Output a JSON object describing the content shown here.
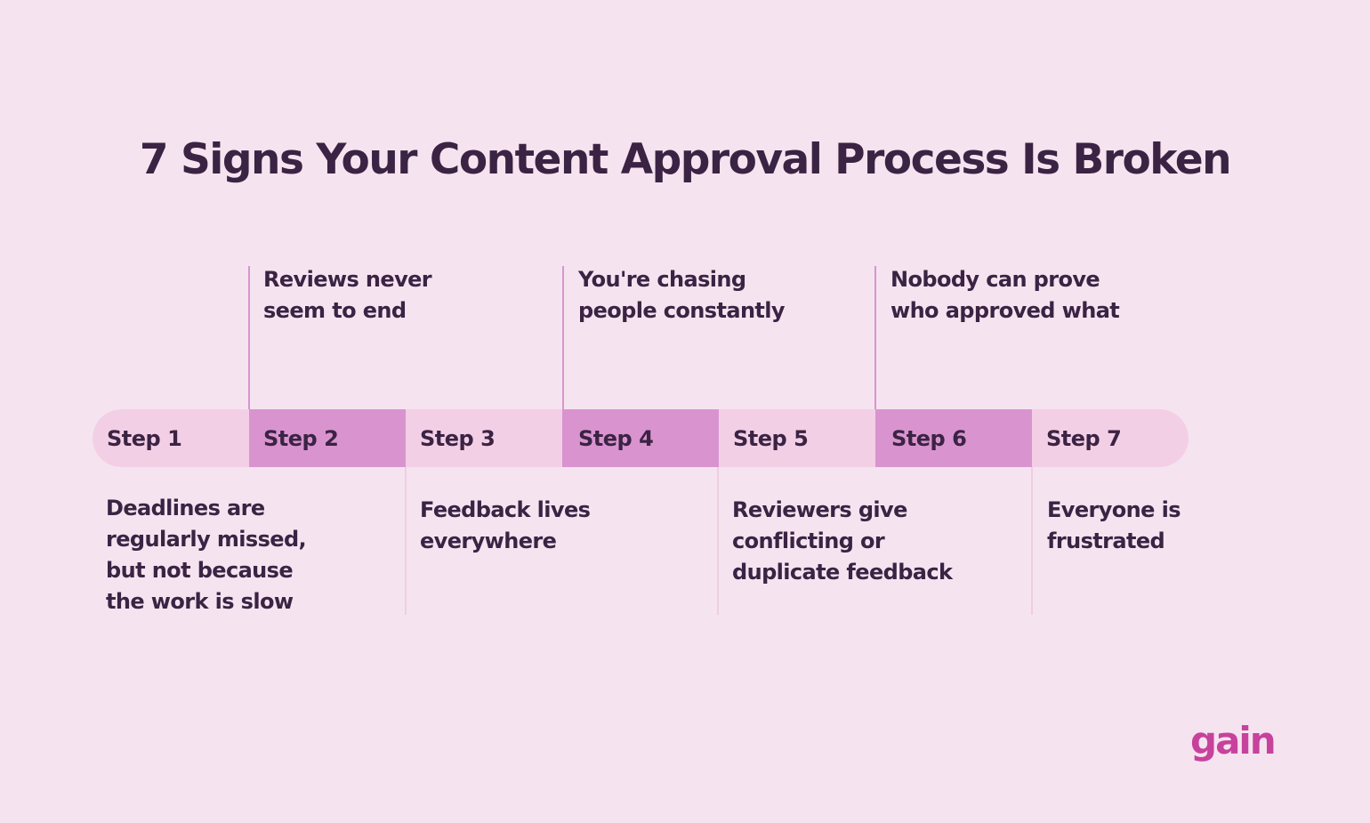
{
  "title": "7 Signs Your Content Approval Process Is Broken",
  "steps": [
    {
      "label": "Step 1",
      "text": "Deadlines are\nregularly missed,\nbut not because\nthe work is slow"
    },
    {
      "label": "Step 2",
      "text": "Reviews never\nseem to end"
    },
    {
      "label": "Step 3",
      "text": "Feedback lives\neverywhere"
    },
    {
      "label": "Step 4",
      "text": "You're chasing\npeople constantly"
    },
    {
      "label": "Step 5",
      "text": "Reviewers give\nconflicting or\nduplicate feedback"
    },
    {
      "label": "Step 6",
      "text": "Nobody can prove\nwho approved what"
    },
    {
      "label": "Step 7",
      "text": "Everyone is\nfrustrated"
    }
  ],
  "logo": "gain",
  "colors": {
    "background": "#f5e4f0",
    "segment_light": "#f3cfe6",
    "segment_dark": "#d994cf",
    "text": "#3b2344",
    "logo": "#c7429c"
  }
}
